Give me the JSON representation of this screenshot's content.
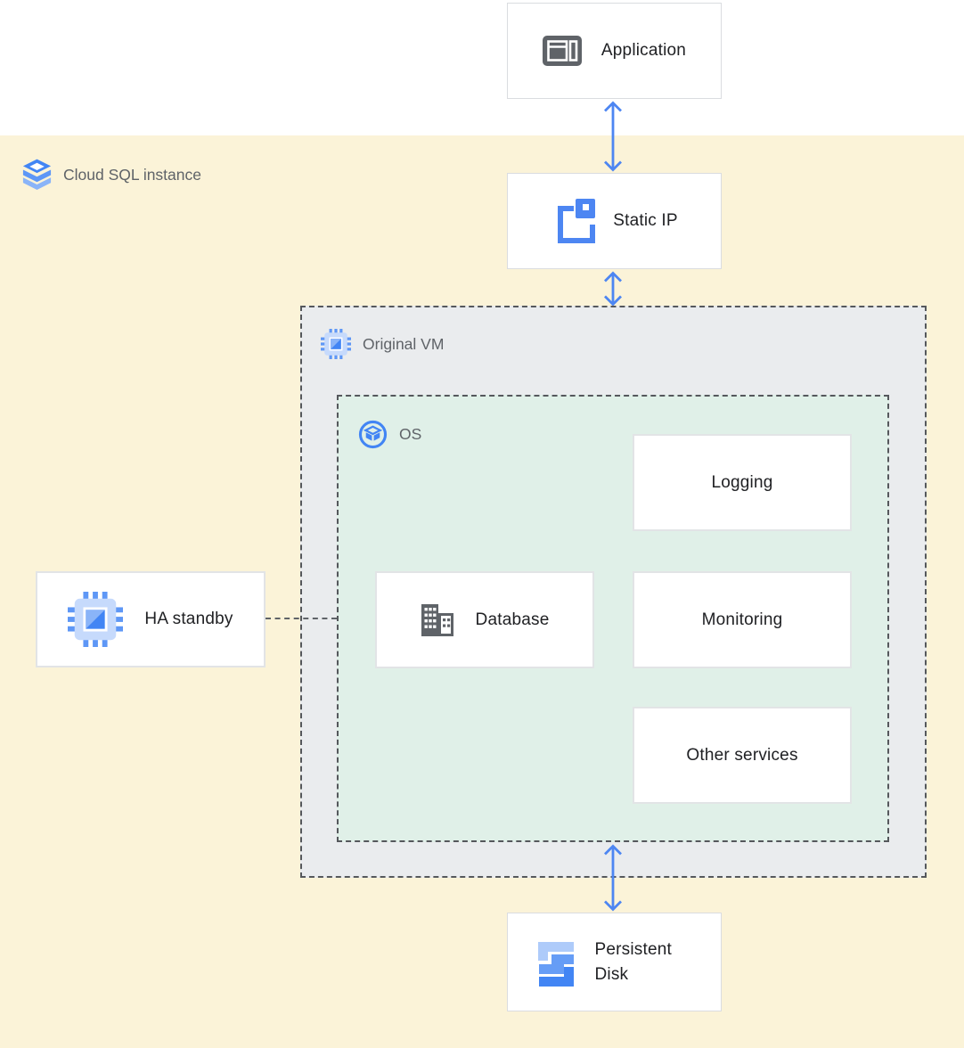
{
  "regions": {
    "cloud_sql": {
      "label": "Cloud SQL instance",
      "icon": "cloud-sql-icon",
      "fill": "#fbf3d8"
    },
    "original_vm": {
      "label": "Original VM",
      "icon": "compute-engine-icon",
      "fill": "#eaecee",
      "border_style": "dashed"
    },
    "os": {
      "label": "OS",
      "icon": "os-icon",
      "fill": "#e0f0e8",
      "border_style": "dashed"
    }
  },
  "nodes": {
    "application": {
      "label": "Application",
      "icon": "application-icon"
    },
    "static_ip": {
      "label": "Static IP",
      "icon": "static-ip-icon"
    },
    "ha_standby": {
      "label": "HA standby",
      "icon": "compute-engine-icon"
    },
    "database": {
      "label": "Database",
      "icon": "database-icon"
    },
    "logging": {
      "label": "Logging"
    },
    "monitoring": {
      "label": "Monitoring"
    },
    "other_services": {
      "label": "Other services"
    },
    "persistent_disk": {
      "label": "Persistent Disk",
      "icon": "persistent-disk-icon"
    }
  },
  "connections": [
    {
      "from": "application",
      "to": "static_ip",
      "style": "double-arrow"
    },
    {
      "from": "static_ip",
      "to": "original_vm",
      "style": "double-arrow"
    },
    {
      "from": "os",
      "to": "persistent_disk",
      "style": "double-arrow"
    },
    {
      "from": "ha_standby",
      "to": "os",
      "style": "dashed-line"
    }
  ],
  "colors": {
    "canvas_top": "#ffffff",
    "cloud_sql_region": "#fbf3d8",
    "vm_region_fill": "#eaecee",
    "os_region_fill": "#e0f0e8",
    "dashed_border": "#55585c",
    "node_border": "#dadce0",
    "arrow_blue": "#4d86f2",
    "icon_blue": "#4285f4",
    "icon_blue_medium": "#669df6",
    "icon_blue_light": "#aecbfa",
    "icon_gray": "#5f6368",
    "label_gray": "#5f6368",
    "text_dark": "#202124"
  }
}
